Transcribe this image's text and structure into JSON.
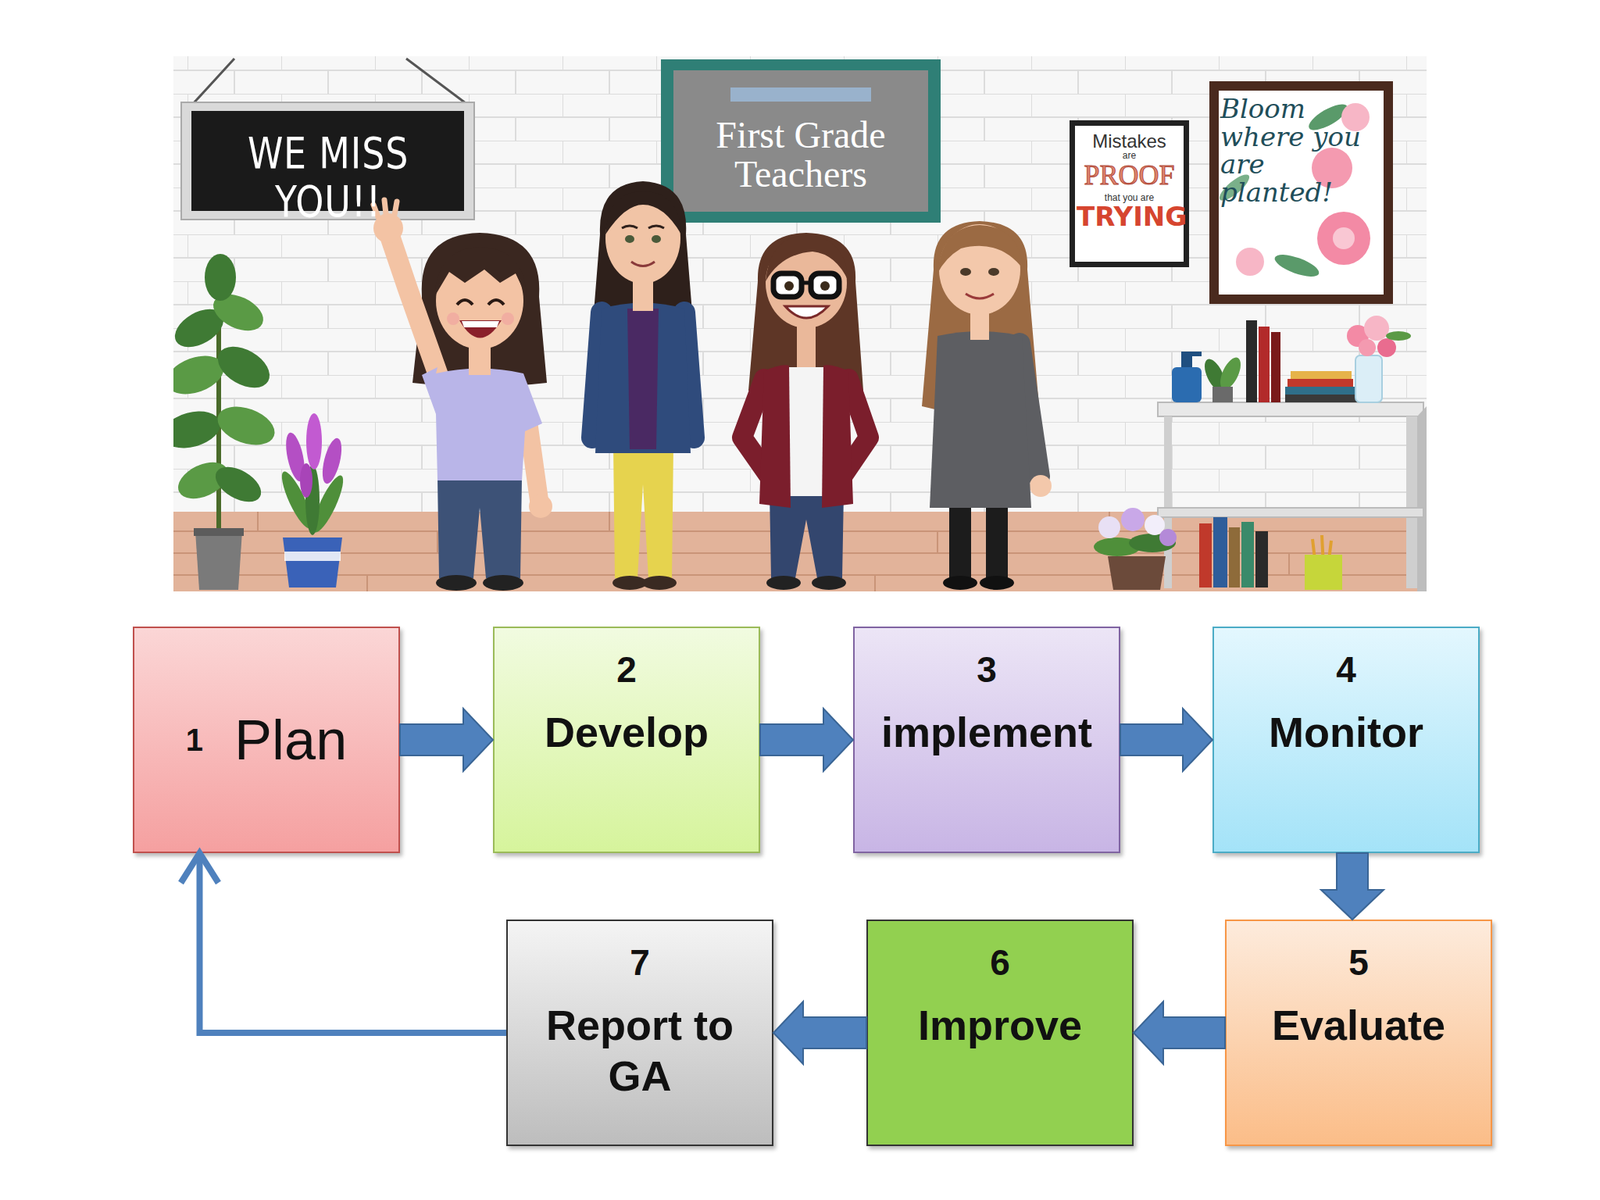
{
  "diagram": {
    "nodes": [
      {
        "text": [
          "1",
          "Plan"
        ]
      },
      {
        "text": [
          "2",
          "Develop"
        ]
      },
      {
        "text": [
          "3",
          "implement"
        ]
      },
      {
        "text": [
          "4",
          "Monitor"
        ]
      },
      {
        "text": [
          "5",
          "Evaluate"
        ]
      },
      {
        "text": [
          "6",
          "Improve"
        ]
      },
      {
        "text": [
          "7",
          "Report to GA"
        ]
      }
    ],
    "edges": [
      {
        "from": 0,
        "to": 1,
        "arrow": "to"
      },
      {
        "from": 1,
        "to": 2,
        "arrow": "to"
      },
      {
        "from": 2,
        "to": 3,
        "arrow": "to"
      },
      {
        "from": 3,
        "to": 4,
        "arrow": "to"
      },
      {
        "from": 4,
        "to": 5,
        "arrow": "to"
      },
      {
        "from": 5,
        "to": 6,
        "arrow": "to"
      },
      {
        "from": 6,
        "to": 0,
        "arrow": "to"
      }
    ],
    "labels": [
      "WE MISS YOU!!",
      "First Grade Teachers",
      "Mistakes are PROOF that you are TRYING",
      "Bloom where you are planted!"
    ]
  }
}
